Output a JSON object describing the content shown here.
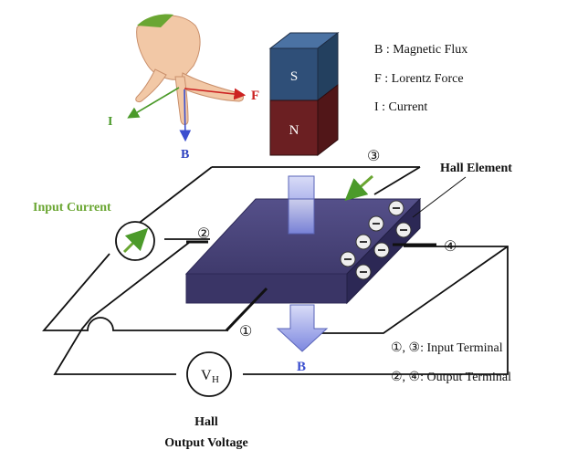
{
  "legend": {
    "b": "B : Magnetic Flux",
    "f": "F : Lorentz Force",
    "i": "I : Current"
  },
  "hand": {
    "f_label": "F",
    "i_label": "I",
    "b_label": "B"
  },
  "magnet": {
    "south": "S",
    "north": "N"
  },
  "element_label": "Hall Element",
  "input_current_label": "Input Current",
  "terminals": {
    "t1": "①",
    "t2": "②",
    "t3": "③",
    "t4": "④"
  },
  "flux_label": "B",
  "voltmeter": {
    "v": "V",
    "sub": "H"
  },
  "output_label_line1": "Hall",
  "output_label_line2": "Output Voltage",
  "terminal_legend": {
    "input": "①, ③: Input Terminal",
    "output": "②, ④: Output Terminal"
  },
  "colors": {
    "element_top": "#4a4578",
    "element_front": "#3a3566",
    "element_side": "#2c2855",
    "magnet_s": "#2f4f78",
    "magnet_n": "#6b1f22",
    "green": "#6aa632",
    "arrow_blue": "#8c99e8",
    "hand_red": "#cc2222"
  }
}
